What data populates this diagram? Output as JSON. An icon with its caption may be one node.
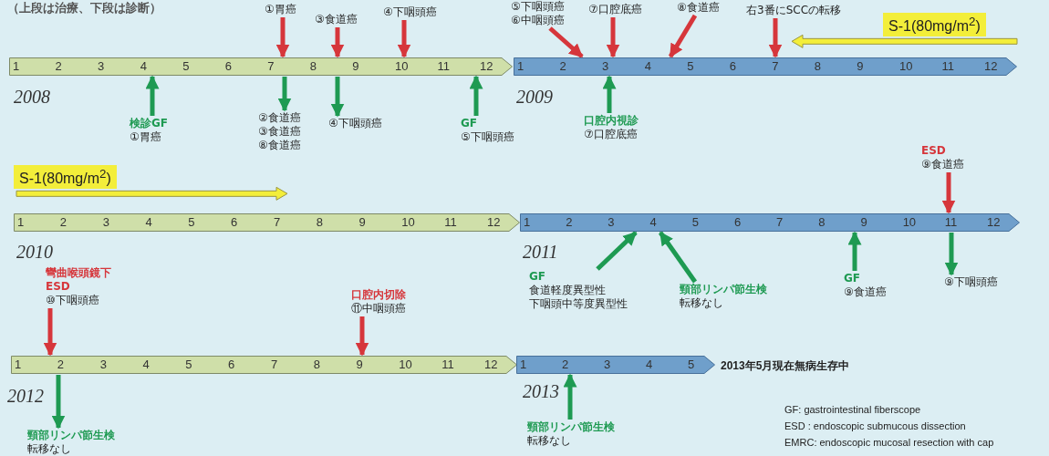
{
  "diagram": {
    "title": "（上段は治療、下段は診断）",
    "nodes": [
      {
        "text": [
          "1",
          "2",
          "3",
          "4",
          "5",
          "6",
          "7",
          "8",
          "9",
          "10",
          "11",
          "12"
        ],
        "beside": [
          "2008"
        ]
      },
      {
        "text": [
          "1",
          "2",
          "3",
          "4",
          "5",
          "6",
          "7",
          "8",
          "9",
          "10",
          "11",
          "12"
        ],
        "beside": [
          "2009"
        ]
      },
      {
        "text": [
          "1",
          "2",
          "3",
          "4",
          "5",
          "6",
          "7",
          "8",
          "9",
          "10",
          "11",
          "12"
        ],
        "beside": [
          "2010"
        ]
      },
      {
        "text": [
          "1",
          "2",
          "3",
          "4",
          "5",
          "6",
          "7",
          "8",
          "9",
          "10",
          "11",
          "12"
        ],
        "beside": [
          "2011"
        ]
      },
      {
        "text": [
          "1",
          "2",
          "3",
          "4",
          "5",
          "6",
          "7",
          "8",
          "9",
          "10",
          "11",
          "12"
        ],
        "beside": [
          "2012"
        ]
      },
      {
        "text": [
          "1",
          "2",
          "3",
          "4",
          "5"
        ],
        "beside": [
          "2013",
          "2013年5月現在無病生存中"
        ]
      },
      {
        "text": [
          "①胃癌"
        ]
      },
      {
        "text": [
          "③食道癌"
        ]
      },
      {
        "text": [
          "④下咽頭癌"
        ]
      },
      {
        "text": [
          "⑤下咽頭癌",
          "⑥中咽頭癌"
        ]
      },
      {
        "text": [
          "⑦口腔底癌"
        ]
      },
      {
        "text": [
          "⑧食道癌"
        ]
      },
      {
        "text": [
          "右3番にSCCの転移"
        ]
      },
      {
        "text": [
          "S-1(80mg/m$^{2}$)"
        ]
      },
      {
        "text": [
          "検診GF",
          "①胃癌"
        ]
      },
      {
        "text": [
          "②食道癌",
          "③食道癌",
          "⑧食道癌"
        ]
      },
      {
        "text": [
          "④下咽頭癌"
        ]
      },
      {
        "text": [
          "GF",
          "⑤下咽頭癌"
        ]
      },
      {
        "text": [
          "口腔内視診",
          "⑦口腔底癌"
        ]
      },
      {
        "text": [
          "S-1(80mg/m$^{2}$)"
        ]
      },
      {
        "text": [
          "ESD",
          "⑨食道癌"
        ]
      },
      {
        "text": [
          "GF",
          "食道軽度異型性",
          "下咽頭中等度異型性"
        ]
      },
      {
        "text": [
          "頸部リンパ節生検",
          "転移なし"
        ]
      },
      {
        "text": [
          "GF",
          "⑨食道癌"
        ]
      },
      {
        "text": [
          "⑨下咽頭癌"
        ]
      },
      {
        "text": [
          "彎曲喉頭鏡下 ESD",
          "⑩下咽頭癌"
        ]
      },
      {
        "text": [
          "口腔内切除",
          "⑪中咽頭癌"
        ]
      },
      {
        "text": [
          "頸部リンパ節生検",
          "転移なし"
        ]
      },
      {
        "text": [
          "頸部リンパ節生検",
          "転移なし"
        ]
      }
    ],
    "edges": [
      {
        "from": 6,
        "to": 0,
        "arrow": "to",
        "color": "#d6363b"
      },
      {
        "from": 7,
        "to": 0,
        "arrow": "to",
        "color": "#d6363b"
      },
      {
        "from": 8,
        "to": 0,
        "arrow": "to",
        "color": "#d6363b"
      },
      {
        "from": 9,
        "to": 1,
        "arrow": "to",
        "color": "#d6363b"
      },
      {
        "from": 10,
        "to": 1,
        "arrow": "to",
        "color": "#d6363b"
      },
      {
        "from": 11,
        "to": 1,
        "arrow": "to",
        "color": "#d6363b"
      },
      {
        "from": 12,
        "to": 1,
        "arrow": "to",
        "color": "#d6363b"
      },
      {
        "from": 14,
        "to": 0,
        "arrow": "to",
        "color": "#1e9a52"
      },
      {
        "from": 0,
        "to": 15,
        "arrow": "to",
        "color": "#1e9a52"
      },
      {
        "from": 0,
        "to": 16,
        "arrow": "to",
        "color": "#1e9a52"
      },
      {
        "from": 17,
        "to": 0,
        "arrow": "to",
        "color": "#1e9a52"
      },
      {
        "from": 18,
        "to": 1,
        "arrow": "to",
        "color": "#1e9a52"
      },
      {
        "from": 20,
        "to": 3,
        "arrow": "to",
        "color": "#d6363b"
      },
      {
        "from": 21,
        "to": 3,
        "arrow": "to",
        "color": "#1e9a52"
      },
      {
        "from": 22,
        "to": 3,
        "arrow": "to",
        "color": "#1e9a52"
      },
      {
        "from": 23,
        "to": 3,
        "arrow": "to",
        "color": "#1e9a52"
      },
      {
        "from": 3,
        "to": 24,
        "arrow": "to",
        "color": "#1e9a52"
      },
      {
        "from": 25,
        "to": 4,
        "arrow": "to",
        "color": "#d6363b"
      },
      {
        "from": 26,
        "to": 4,
        "arrow": "to",
        "color": "#d6363b"
      },
      {
        "from": 4,
        "to": 27,
        "arrow": "to",
        "color": "#1e9a52"
      },
      {
        "from": 28,
        "to": 5,
        "arrow": "to",
        "color": "#1e9a52"
      },
      {
        "from": 13,
        "to": null,
        "arrow": "to",
        "style": "thick",
        "color": "#f3ee3a"
      },
      {
        "from": 19,
        "to": null,
        "arrow": "to",
        "style": "thick",
        "color": "#f3ee3a"
      }
    ],
    "labels": [
      "GF: gastrointestinal fiberscope",
      "ESD : endoscopic submucous dissection",
      "EMRC: endoscopic mucosal resection with cap"
    ]
  }
}
